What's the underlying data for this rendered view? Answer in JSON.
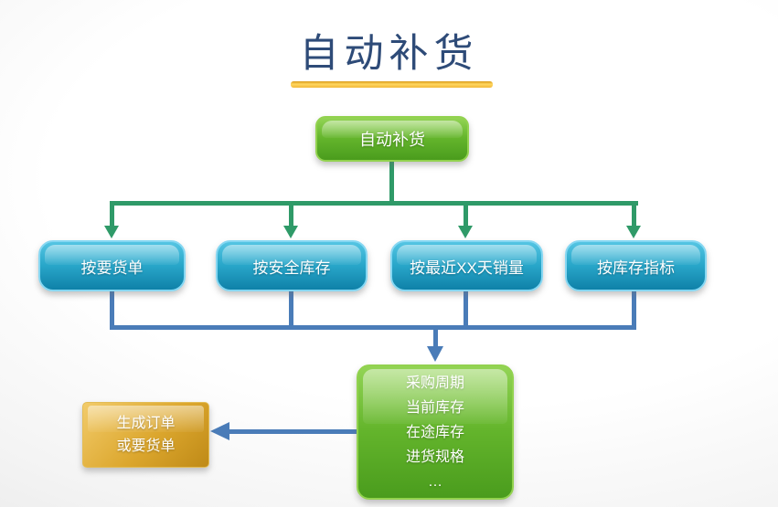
{
  "title": "自动补货",
  "nodes": {
    "root": {
      "label": "自动补货"
    },
    "methods": [
      {
        "label": "按要货单"
      },
      {
        "label": "按安全库存"
      },
      {
        "label": "按最近XX天销量"
      },
      {
        "label": "按库存指标"
      }
    ],
    "factors": {
      "lines": [
        "采购周期",
        "当前库存",
        "在途库存",
        "进货规格",
        "…"
      ]
    },
    "output": {
      "lines": [
        "生成订单",
        "或要货单"
      ]
    }
  },
  "colors": {
    "title_text": "#2e4b78",
    "underline_gold": "#f0b434",
    "connector_green": "#2f9a68",
    "connector_blue": "#4a7cb8",
    "box_blue": "#1d95bb",
    "box_green": "#5fae27",
    "box_orange": "#d89c25"
  }
}
